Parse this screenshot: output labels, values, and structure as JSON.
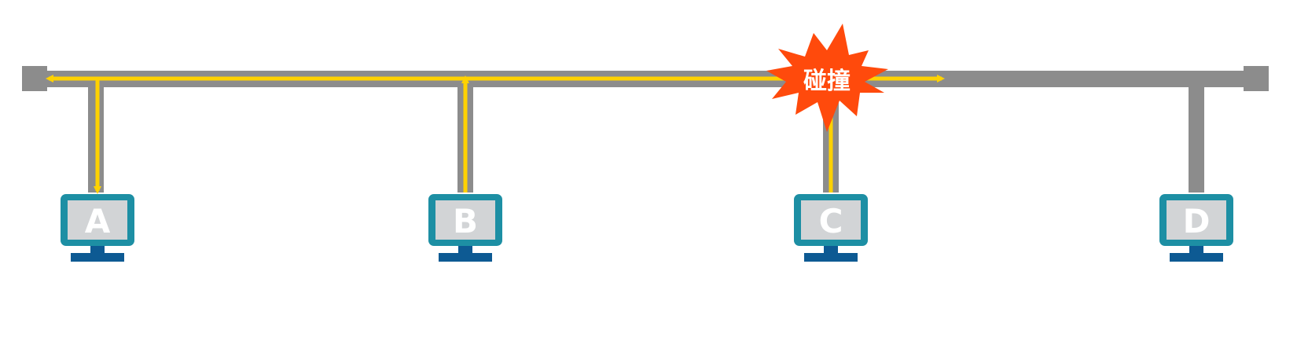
{
  "diagram": {
    "collision_label": "碰撞",
    "computers": [
      {
        "id": "A",
        "label": "A"
      },
      {
        "id": "B",
        "label": "B"
      },
      {
        "id": "C",
        "label": "C"
      },
      {
        "id": "D",
        "label": "D"
      }
    ],
    "colors": {
      "bus": "#8c8c8c",
      "signal": "#ffd200",
      "monitor_frame": "#1d8fa4",
      "monitor_screen": "#d2d4d6",
      "monitor_stand": "#0d5a93",
      "burst": "#ff4a0c"
    }
  }
}
